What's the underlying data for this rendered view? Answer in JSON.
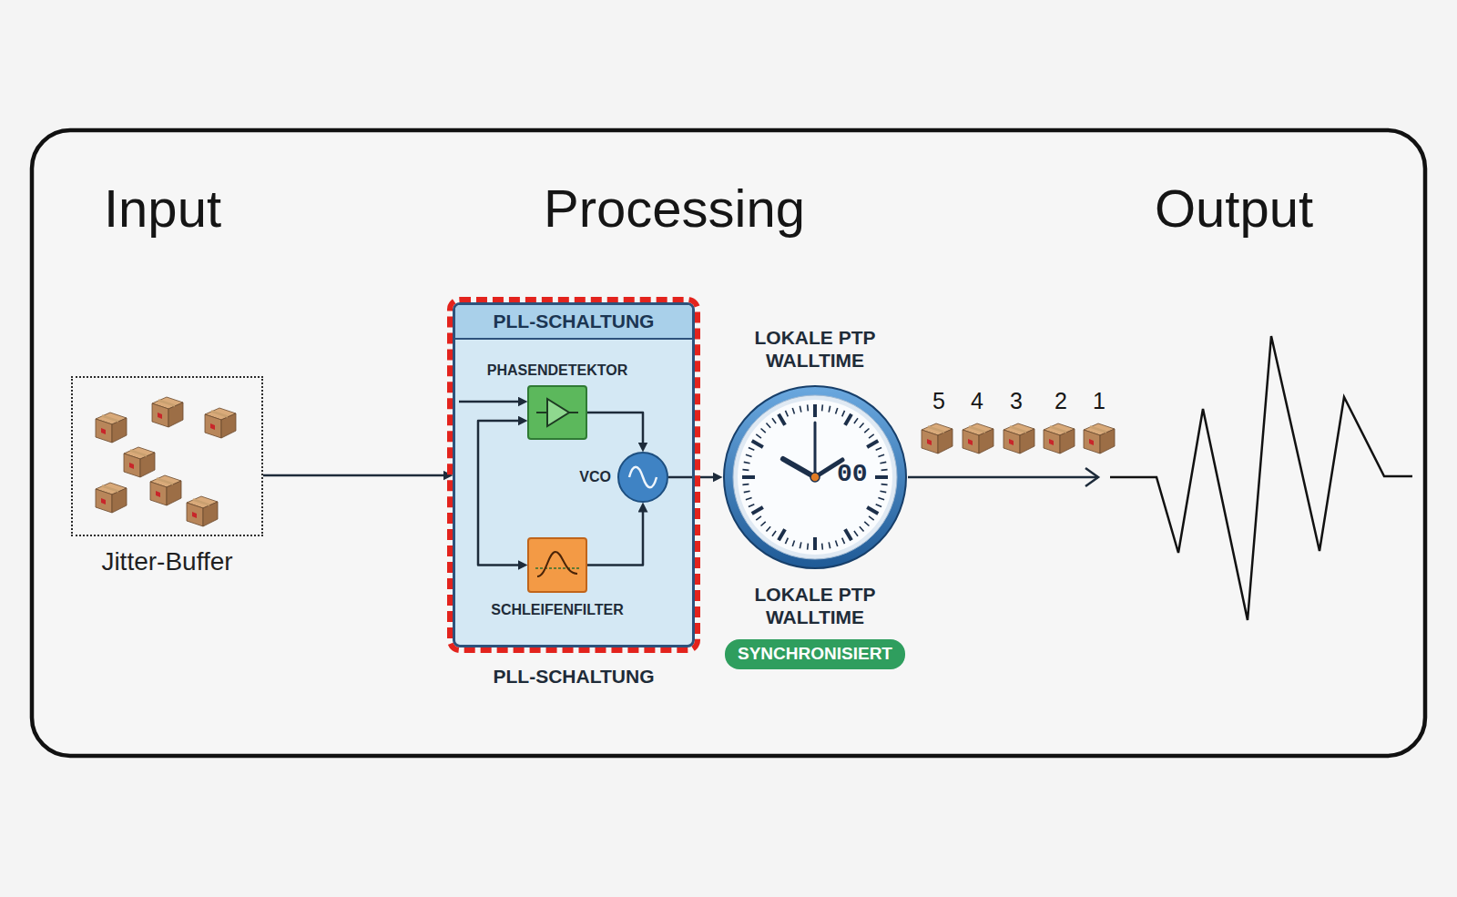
{
  "diagram": {
    "nodes": [
      {
        "text": [
          "Jitter-Buffer"
        ]
      },
      {
        "text": [
          "PLL-SCHALTUNG",
          "PLL-SCHALTUNG"
        ]
      },
      {
        "text": [
          "PHASENDETEKTOR"
        ],
        "in": 1
      },
      {
        "text": [
          "VCO"
        ],
        "in": 1
      },
      {
        "text": [
          "SCHLEIFENFILTER"
        ],
        "in": 1
      },
      {
        "text": [
          "LOKALE PTP WALLTIME",
          "00",
          "LOKALE PTP WALLTIME"
        ]
      },
      {
        "text": [
          "SYNCHRONISIERT"
        ]
      }
    ],
    "edges": [
      {
        "from": 0,
        "to": 1,
        "arrow": "to"
      },
      {
        "from": 2,
        "to": 4,
        "arrow": "both"
      },
      {
        "from": 2,
        "to": 3,
        "arrow": "to"
      },
      {
        "from": 4,
        "to": 3,
        "arrow": "to"
      },
      {
        "from": 3,
        "to": 5,
        "arrow": "to"
      }
    ],
    "labels": [
      "Input",
      "Processing",
      "Output",
      "5",
      "4",
      "3",
      "2",
      "1"
    ]
  }
}
